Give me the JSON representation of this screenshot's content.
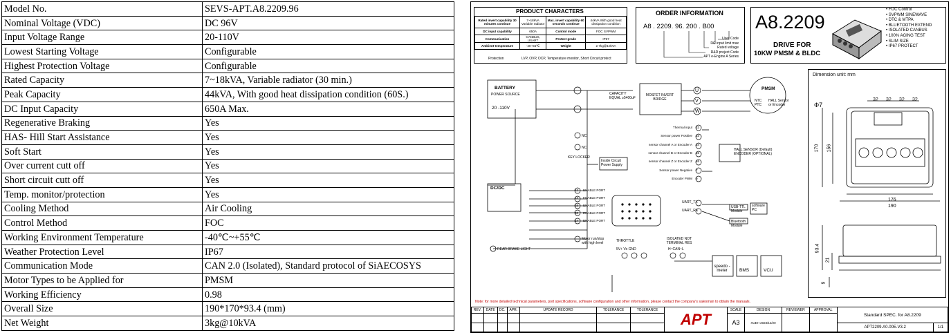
{
  "spec_table": [
    {
      "k": "Model No.",
      "v": "SEVS-APT.A8.2209.96"
    },
    {
      "k": "Nominal Voltage (VDC)",
      "v": "DC 96V"
    },
    {
      "k": "Input Voltage Range",
      "v": "20-110V"
    },
    {
      "k": "Lowest Starting Voltage",
      "v": "Configurable"
    },
    {
      "k": "Highest Protection Voltage",
      "v": "Configurable"
    },
    {
      "k": "Rated Capacity",
      "v": "7~18kVA, Variable radiator (30 min.)"
    },
    {
      "k": "Peak Capacity",
      "v": "44kVA, With good heat dissipation condition (60S.)"
    },
    {
      "k": "DC Input Capacity",
      "v": "650A Max."
    },
    {
      "k": "Regenerative Braking",
      "v": "Yes"
    },
    {
      "k": "HAS- Hill Start Assistance",
      "v": "Yes"
    },
    {
      "k": "Soft Start",
      "v": "Yes"
    },
    {
      "k": "Over current cutt off",
      "v": "Yes"
    },
    {
      "k": "Short circuit cutt off",
      "v": "Yes"
    },
    {
      "k": "Temp. monitor/protection",
      "v": "Yes"
    },
    {
      "k": "Cooling Method",
      "v": "Air Cooling"
    },
    {
      "k": "Control Method",
      "v": "FOC"
    },
    {
      "k": "Working Environment Temperature",
      "v": "-40℃~+55℃"
    },
    {
      "k": "Weather Protection Level",
      "v": "IP67"
    },
    {
      "k": "Communication Mode",
      "v": "CAN 2.0 (Isolated), Standard protocol of SiAECOSYS"
    },
    {
      "k": "Motor Types to be Applied for",
      "v": "PMSM"
    },
    {
      "k": "Working Efficiency",
      "v": "0.98"
    },
    {
      "k": "Overall Size",
      "v": "190*170*93.4 (mm)"
    },
    {
      "k": "Net Weight",
      "v": "3kg@10kVA"
    }
  ],
  "sheet": {
    "product_title": "PRODUCT CHARACTERS",
    "pc_rows": [
      [
        "Rated invert capability 30 minutes continue",
        "7~18kVA Variable radiator",
        "Max. invert capability 60 seconds continue",
        "44kVA With good heat dissipation condition"
      ],
      [
        "DC input capability",
        "650A",
        "Control mode",
        "FOC SVPWM"
      ],
      [
        "Communication",
        "CANBUS, USART",
        "Protect grade",
        "IP67"
      ],
      [
        "Ambient temperature",
        "-40~55℃",
        "Weight",
        "2.7kg@10kVA"
      ]
    ],
    "protection_label": "Protection",
    "protection_value": "LVP, OVP, OCP, Temperature monitor, Short Circuit protect",
    "order_title": "ORDER INFORMATION",
    "order_code": "A8 . 2209. 96. 200 . B00",
    "order_notes": [
      "User Code",
      "DC input limit max",
      "Rated voltage",
      "R&D project Code",
      "APT e-Engine A Series"
    ],
    "model_big": "A8.2209",
    "drive_for": "DRIVE FOR",
    "drive_for2": "10KW PMSM & BLDC",
    "features": [
      "FOC Control",
      "SVPWM SINEWAVE",
      "DTC & MTPA",
      "BLUETOOTH EXTEND",
      "ISOLATED CANBUS",
      "100% AGING TEST",
      "SLIM SIZE",
      "IP67 PROTECT"
    ],
    "battery": "BATTERY",
    "power_source": "POWER SOURCE",
    "voltage": "20 -110V",
    "capacity": "CAPACITY EQUAL ≥5400uF",
    "mosfet": "MOSFET INVERT BRIDGE",
    "pmsm": "PMSM",
    "ntc": "NTC PTC",
    "hall": "HALL Sensor or Encoder",
    "phases": [
      "U",
      "V",
      "W"
    ],
    "signals": [
      "Thermal input",
      "Sensor power Positive",
      "sensor channel A or Encoder A",
      "sensor channel B or Encoder B",
      "sensor channel Z or Encoder Z",
      "Sensor power Negative",
      "Encoder PWM"
    ],
    "signal_pins": [
      "22",
      "23",
      "24",
      "25",
      "26",
      "7",
      "9"
    ],
    "hall_box": "HALL SENSOR (Default) ENCODER (OPTIONAL)",
    "nc": "NC",
    "key_locker": "KEY LOCKER",
    "inside_circuit": "Inside Circuit Power Supply",
    "dcdc": "DC/DC",
    "enable_port": "ENABLE PORT",
    "enable_pins": [
      "12",
      "13",
      "19",
      "20",
      "14"
    ],
    "uart_tx": "UART_TX",
    "uart_rx": "UART_RX",
    "usb_ttl": "USB-TTL Module",
    "software_pc": "software PC",
    "bluetooth": "Bluetooth Module",
    "motor_run": "Motor run/stop with high level",
    "throttle": "THROTTLE",
    "thr_pins": "5V+   Vo   GND",
    "isolated": "ISOLATED NOT TERMINAL RES",
    "can": "H~CAN~L",
    "rear_brake": "REAR BRAKE LIGHT",
    "speedo": "speedo -meter",
    "bms": "BMS",
    "vcu": "VCU",
    "dimension": "Dimension unit: mm",
    "dims": [
      "32",
      "32",
      "32",
      "32",
      "176",
      "190",
      "170",
      "156",
      "93.4",
      "21",
      "9"
    ],
    "phi": "Φ7",
    "note": "Note: for more detailed technical parameters, port specifications, software configuration and other information, please contact the company's salesman to obtain the manuals.",
    "tb_headers": [
      "REV.",
      "DATE",
      "DC.",
      "APR.",
      "UPDATE RECORD",
      "TOLERANCE",
      "TOLERANCE",
      "APT",
      "SCALE",
      "DESIGN",
      "REVIEWER",
      "APPROVAL"
    ],
    "scale": "A3",
    "design": "XUEH 2023/12/20",
    "std_spec": "Standard SPEC. for A8.2209",
    "doc_no": "APT2209.A0.00E.V3.2",
    "page": "1",
    "page_of": "1",
    "logo": "APT"
  },
  "colors": {
    "note": "#c00000",
    "line": "#000000"
  }
}
